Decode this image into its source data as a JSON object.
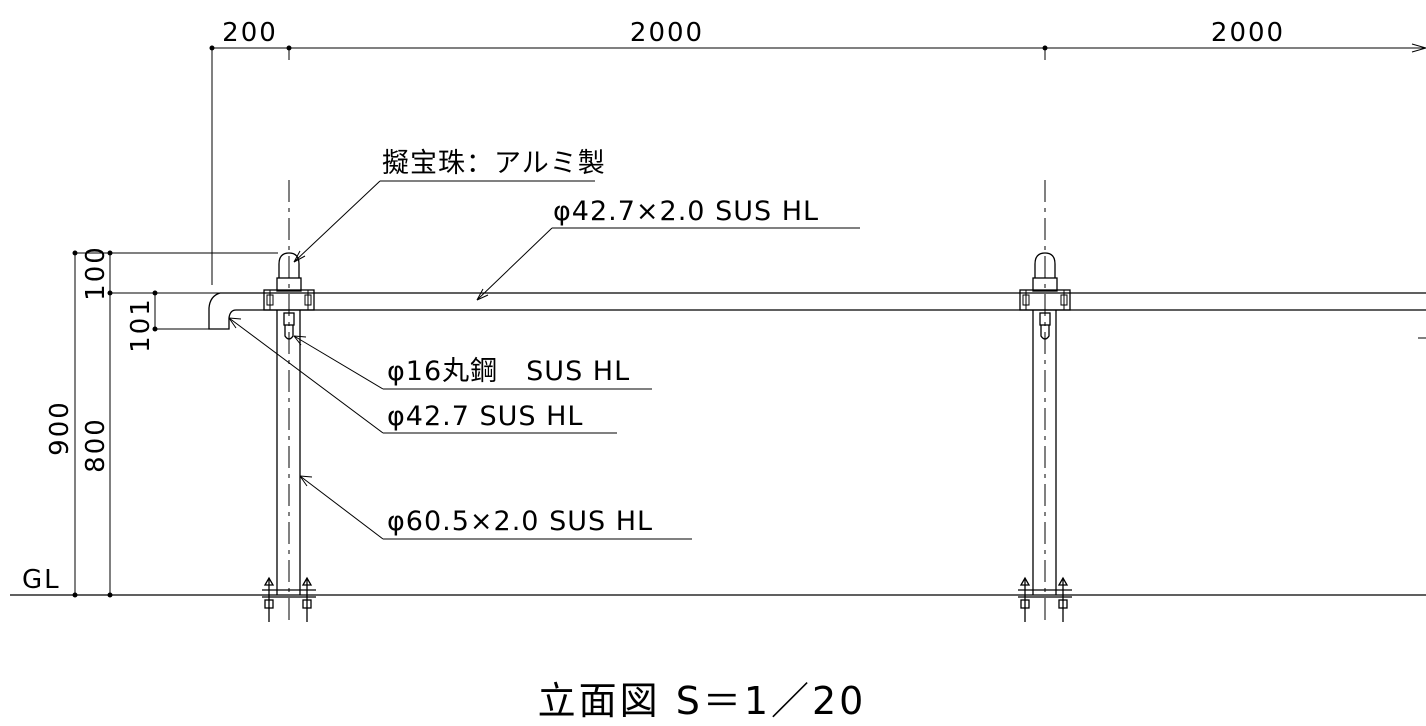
{
  "drawing": {
    "title": "立面図 S＝1／20",
    "dimensions": {
      "top_offset": "200",
      "top_span_1": "2000",
      "top_span_2": "2000",
      "v_cap": "100",
      "v_return": "101",
      "v_total": "900",
      "v_rail": "800"
    },
    "ground_label": "GL",
    "labels": {
      "finial": "擬宝珠：アルミ製",
      "top_rail": "φ42.7×2.0 SUS HL",
      "round_bar": "φ16丸鋼　SUS HL",
      "return_pipe": "φ42.7 SUS HL",
      "post": "φ60.5×2.0 SUS HL"
    }
  }
}
